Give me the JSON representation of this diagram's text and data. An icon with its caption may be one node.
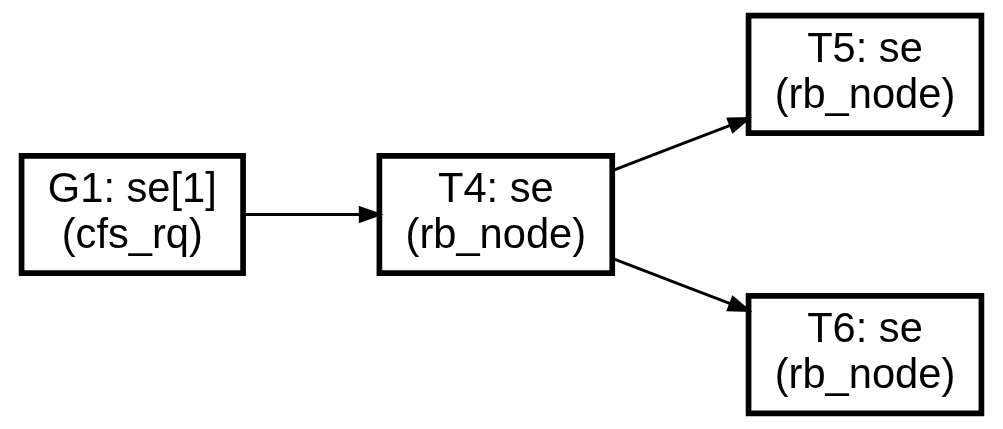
{
  "diagram": {
    "nodes": [
      {
        "text": [
          "G1: se[1]",
          "(cfs_rq)"
        ]
      },
      {
        "text": [
          "T4: se",
          "(rb_node)"
        ]
      },
      {
        "text": [
          "T5: se",
          "(rb_node)"
        ]
      },
      {
        "text": [
          "T6: se",
          "(rb_node)"
        ]
      }
    ],
    "edges": [
      {
        "from": 0,
        "to": 1,
        "arrow": "to"
      },
      {
        "from": 1,
        "to": 2,
        "arrow": "to"
      },
      {
        "from": 1,
        "to": 3,
        "arrow": "to"
      }
    ]
  }
}
